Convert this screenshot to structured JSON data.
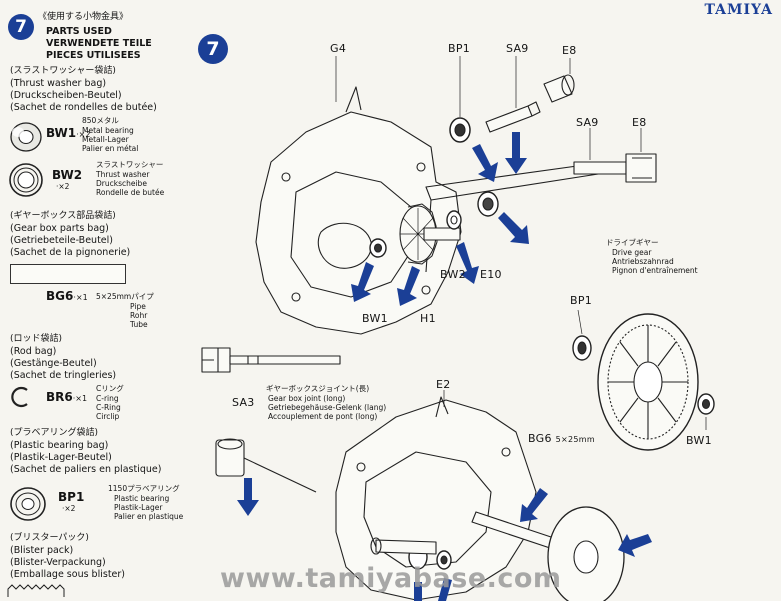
{
  "brand": "TAMIYA",
  "step_number": "7",
  "parts_used": {
    "title_jp": "《使用する小物金具》",
    "title_en": "PARTS USED",
    "title_de": "VERWENDETE TEILE",
    "title_fr": "PIECES UTILISEES"
  },
  "thrust_bag": {
    "jp": "(スラストワッシャー袋詰)",
    "en": "(Thrust washer bag)",
    "de": "(Druckscheiben-Beutel)",
    "fr": "(Sachet de rondelles de butée)"
  },
  "bw1": {
    "code": "BW1",
    "qty": "·×2",
    "jp": "850メタル",
    "en": "Metal bearing",
    "de": "Metall-Lager",
    "fr": "Palier en métal"
  },
  "bw2": {
    "code": "BW2",
    "qty": "·×2",
    "jp": "スラストワッシャー",
    "en": "Thrust washer",
    "de": "Druckscheibe",
    "fr": "Rondelle de butée"
  },
  "gearbox_bag": {
    "jp": "(ギヤーボックス部品袋詰)",
    "en": "(Gear box parts bag)",
    "de": "(Getriebeteile-Beutel)",
    "fr": "(Sachet de la pignonerie)"
  },
  "bg6": {
    "code": "BG6",
    "qty": "·×1",
    "size": "5×25mmパイプ",
    "en": "Pipe",
    "de": "Rohr",
    "fr": "Tube"
  },
  "rod_bag": {
    "jp": "(ロッド袋詰)",
    "en": "(Rod bag)",
    "de": "(Gestänge-Beutel)",
    "fr": "(Sachet de tringleries)"
  },
  "br6": {
    "code": "BR6",
    "qty": "·×1",
    "jp": "Cリング",
    "en": "C-ring",
    "de": "C-Ring",
    "fr": "Circlip"
  },
  "plastic_bag": {
    "jp": "(プラベアリング袋詰)",
    "en": "(Plastic bearing bag)",
    "de": "(Plastik-Lager-Beutel)",
    "fr": "(Sachet de paliers en plastique)"
  },
  "bp1": {
    "code": "BP1",
    "qty": "·×2",
    "jp": "1150プラベアリング",
    "en": "Plastic bearing",
    "de": "Plastik-Lager",
    "fr": "Palier en plastique"
  },
  "blister": {
    "jp": "(ブリスターパック)",
    "en": "(Blister pack)",
    "de": "(Blister-Verpackung)",
    "fr": "(Emballage sous blister)"
  },
  "diagram": {
    "g4": "G4",
    "bp1_top": "BP1",
    "sa9_top": "SA9",
    "e8_top": "E8",
    "sa9_mid": "SA9",
    "e8_mid": "E8",
    "bw2": "BW2",
    "e10": "E10",
    "bw1_left": "BW1",
    "h1": "H1",
    "bp1_right": "BP1",
    "bw1_right": "BW1",
    "sa3": "SA3",
    "e2": "E2",
    "bg6": "BG6",
    "bg6_size": "5×25mm",
    "drive_gear": {
      "jp": "ドライブギヤー",
      "en": "Drive gear",
      "de": "Antriebszahnrad",
      "fr": "Pignon d'entraînement"
    },
    "joint": {
      "jp": "ギヤーボックスジョイント(長)",
      "en": "Gear box joint (long)",
      "de": "Getriebegehäuse-Gelenk (lang)",
      "fr": "Accouplement de pont (long)"
    }
  },
  "watermark": "www.tamiyabase.com",
  "colors": {
    "accent": "#1b3f96",
    "ink": "#141414",
    "paper": "#f6f5f0"
  }
}
